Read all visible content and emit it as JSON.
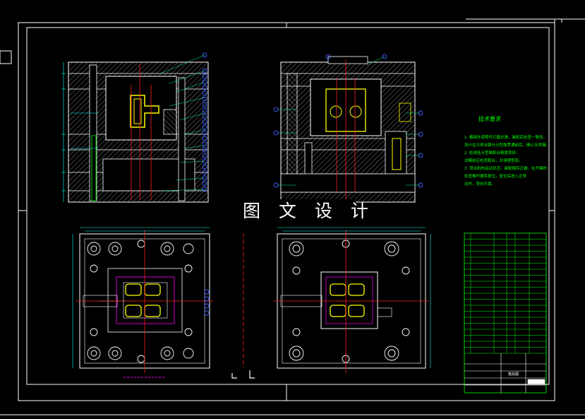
{
  "drawing": {
    "watermark_text": "图 文 设 计",
    "technical_requirements_title": "技术要求",
    "technical_notes": [
      "1. 模具外观零件打磨光滑，装配后检查一致性。",
      "设计在冷却水路与分型面贯通前后，确认无泄漏。",
      "2. 检测各分型面配合精度良好。",
      "试模前应检查配合，并清理型腔。",
      "3. 顶出机构运动灵活，装配顺序正确，在开模时",
      "检查推杆顺序复位，复位后进入正常",
      "动作，导向可靠。"
    ]
  },
  "colors": {
    "background": "#000000",
    "frame": "#ffffff",
    "outline": "#ffffff",
    "section_hatch": "#b0b0b0",
    "dimension": "#00ffff",
    "part_yellow": "#ffff00",
    "balloon": "#3c5aff",
    "centerline": "#ff2020",
    "leader": "#00ff88",
    "magenta": "#ff00ff",
    "table": "#00ff00"
  },
  "bom": {
    "row_count": 20,
    "title_block_cells": [
      "模具图"
    ]
  }
}
